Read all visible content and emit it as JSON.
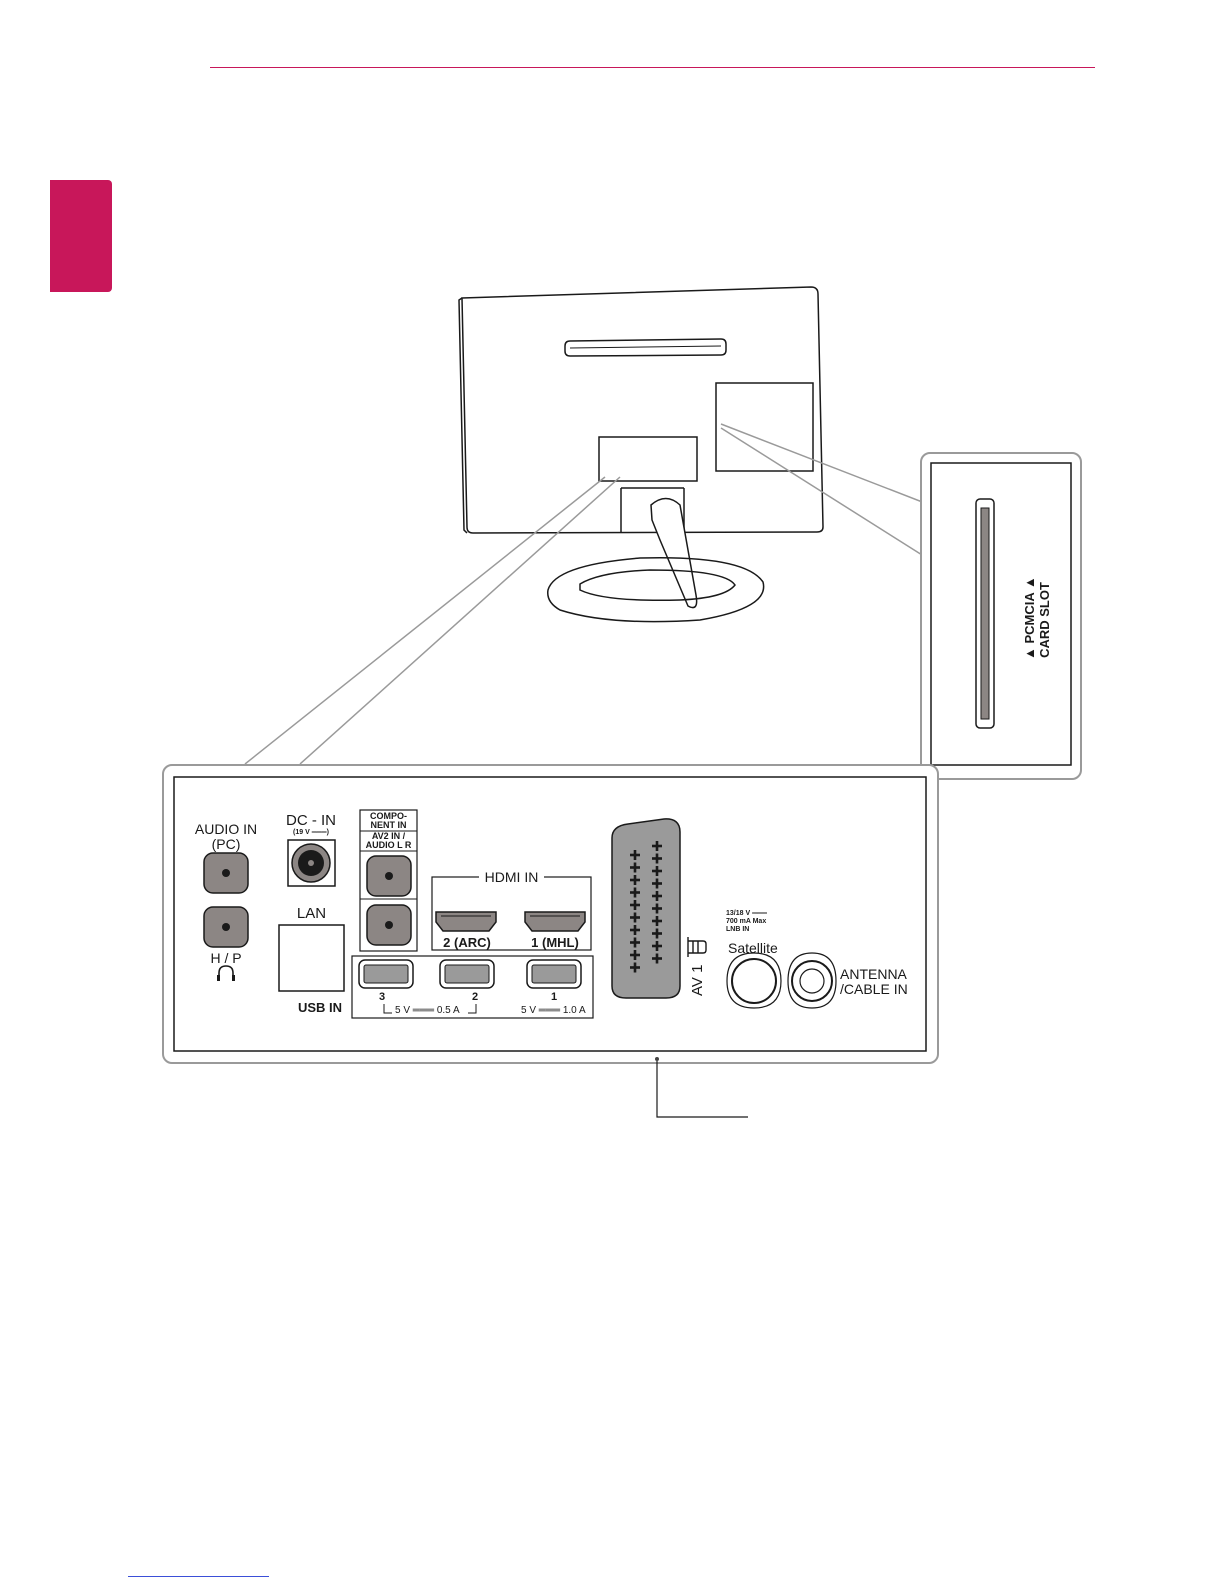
{
  "colors": {
    "accent": "#c8175a",
    "connector_fill": "#8c8684",
    "usb_fill": "#9a9a9a",
    "outline": "#1a1a1a",
    "callout_outline": "#9a9a9a",
    "footer_link": "#3b4fd8"
  },
  "pcmcia": {
    "label_line1": "▲ PCMCIA ▲",
    "label_line2": "CARD SLOT"
  },
  "panel": {
    "audio_in": {
      "line1": "AUDIO IN",
      "line2": "(PC)"
    },
    "hp": {
      "label": "H / P",
      "icon": "headphone-icon"
    },
    "dc_in": {
      "label": "DC - IN",
      "rating": "(19 V ═══)"
    },
    "component": {
      "line1": "COMPO-",
      "line2": "NENT IN",
      "line3": "AV2 IN /",
      "line4": "AUDIO L R"
    },
    "lan": {
      "label": "LAN"
    },
    "hdmi": {
      "title": "HDMI  IN",
      "port2": "2 (ARC)",
      "port1": "1 (MHL)"
    },
    "usb": {
      "label": "USB IN",
      "port3": "3",
      "port2": "2",
      "port1": "1",
      "rating_shared": "5 V ═══ 0.5 A",
      "rating_port1": "5 V ═══ 1.0 A"
    },
    "av1": {
      "label": "AV 1",
      "icon": "scart-connector-icon"
    },
    "satellite": {
      "spec1": "13/18 V ═══",
      "spec2": "700 mA Max",
      "spec3": "LNB IN",
      "label": "Satellite"
    },
    "antenna": {
      "line1": "ANTENNA",
      "line2": "/CABLE IN"
    }
  }
}
